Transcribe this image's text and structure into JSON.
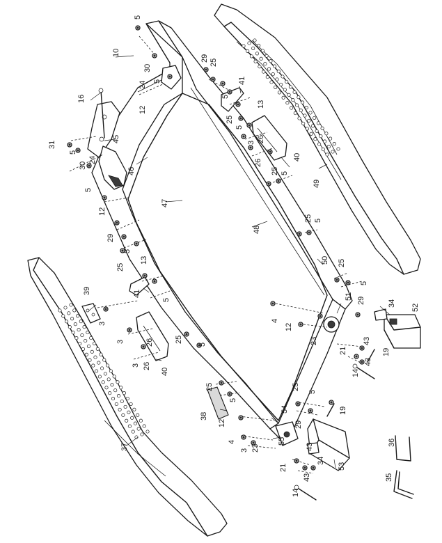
{
  "diagram": {
    "type": "exploded-parts-diagram",
    "labels": [
      {
        "id": "l5a",
        "text": "5"
      },
      {
        "id": "l10",
        "text": "10"
      },
      {
        "id": "l29a",
        "text": "29"
      },
      {
        "id": "l25a",
        "text": "25"
      },
      {
        "id": "l30a",
        "text": "30"
      },
      {
        "id": "l24a",
        "text": "24"
      },
      {
        "id": "l5b",
        "text": "5"
      },
      {
        "id": "l41a",
        "text": "41"
      },
      {
        "id": "l16",
        "text": "16"
      },
      {
        "id": "l12a",
        "text": "12"
      },
      {
        "id": "l5c",
        "text": "5"
      },
      {
        "id": "l13a",
        "text": "13"
      },
      {
        "id": "l25b",
        "text": "25"
      },
      {
        "id": "l5d",
        "text": "5"
      },
      {
        "id": "l3a",
        "text": "3"
      },
      {
        "id": "l26a",
        "text": "26"
      },
      {
        "id": "l31",
        "text": "31"
      },
      {
        "id": "l5e",
        "text": "5"
      },
      {
        "id": "l45",
        "text": "45"
      },
      {
        "id": "l26b",
        "text": "26"
      },
      {
        "id": "l40a",
        "text": "40"
      },
      {
        "id": "l30b",
        "text": "30"
      },
      {
        "id": "l24b",
        "text": "24"
      },
      {
        "id": "l46",
        "text": "46"
      },
      {
        "id": "l25c",
        "text": "25"
      },
      {
        "id": "l5f",
        "text": "5"
      },
      {
        "id": "l49",
        "text": "49"
      },
      {
        "id": "l5g",
        "text": "5"
      },
      {
        "id": "l47",
        "text": "47"
      },
      {
        "id": "l12b",
        "text": "12"
      },
      {
        "id": "l25d",
        "text": "25"
      },
      {
        "id": "l5h",
        "text": "5"
      },
      {
        "id": "l48",
        "text": "48"
      },
      {
        "id": "l29b",
        "text": "29"
      },
      {
        "id": "l5i",
        "text": "5"
      },
      {
        "id": "l13b",
        "text": "13"
      },
      {
        "id": "l25e",
        "text": "25"
      },
      {
        "id": "l50",
        "text": "50"
      },
      {
        "id": "l25f",
        "text": "25"
      },
      {
        "id": "l5j",
        "text": "5"
      },
      {
        "id": "l41b",
        "text": "41"
      },
      {
        "id": "l5k",
        "text": "5"
      },
      {
        "id": "l39",
        "text": "39"
      },
      {
        "id": "l51",
        "text": "51"
      },
      {
        "id": "l29c",
        "text": "29"
      },
      {
        "id": "l34a",
        "text": "34"
      },
      {
        "id": "l52",
        "text": "52"
      },
      {
        "id": "l4a",
        "text": "4"
      },
      {
        "id": "l3b",
        "text": "3"
      },
      {
        "id": "l12c",
        "text": "12"
      },
      {
        "id": "l3c",
        "text": "3"
      },
      {
        "id": "l23a",
        "text": "23"
      },
      {
        "id": "l43a",
        "text": "43"
      },
      {
        "id": "l26c",
        "text": "26"
      },
      {
        "id": "l25g",
        "text": "25"
      },
      {
        "id": "l5l",
        "text": "5"
      },
      {
        "id": "l21a",
        "text": "21"
      },
      {
        "id": "l19a",
        "text": "19"
      },
      {
        "id": "l43b",
        "text": "43"
      },
      {
        "id": "l3d",
        "text": "3"
      },
      {
        "id": "l26d",
        "text": "26"
      },
      {
        "id": "l40b",
        "text": "40"
      },
      {
        "id": "l14a",
        "text": "14"
      },
      {
        "id": "l25h",
        "text": "25"
      },
      {
        "id": "l5m",
        "text": "5"
      },
      {
        "id": "l25i",
        "text": "25"
      },
      {
        "id": "l5n",
        "text": "5"
      },
      {
        "id": "l54",
        "text": "54"
      },
      {
        "id": "l19b",
        "text": "19"
      },
      {
        "id": "l38",
        "text": "38"
      },
      {
        "id": "l12d",
        "text": "12"
      },
      {
        "id": "l29d",
        "text": "29"
      },
      {
        "id": "l4b",
        "text": "4"
      },
      {
        "id": "l55",
        "text": "55"
      },
      {
        "id": "l3e",
        "text": "3"
      },
      {
        "id": "l23b",
        "text": "23"
      },
      {
        "id": "l37",
        "text": "37"
      },
      {
        "id": "l43c",
        "text": "43"
      },
      {
        "id": "l34b",
        "text": "34"
      },
      {
        "id": "l53",
        "text": "53"
      },
      {
        "id": "l36",
        "text": "36"
      },
      {
        "id": "l21b",
        "text": "21"
      },
      {
        "id": "l43d",
        "text": "43"
      },
      {
        "id": "l35",
        "text": "35"
      },
      {
        "id": "l14b",
        "text": "14"
      }
    ]
  }
}
